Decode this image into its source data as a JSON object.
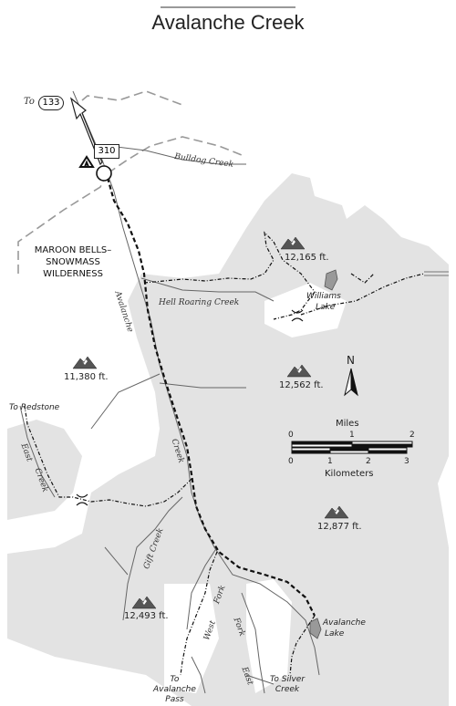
{
  "title": "Avalanche Creek",
  "highways": {
    "to_prefix": "To",
    "hwy_133": "133",
    "hwy_310": "310"
  },
  "wilderness": {
    "line1": "MAROON BELLS–",
    "line2": "SNOWMASS",
    "line3": "WILDERNESS"
  },
  "creeks": {
    "bulldog": "Bulldog Creek",
    "hell_roaring": "Hell Roaring Creek",
    "avalanche": "Avalanche",
    "creek_word": "Creek",
    "east_creek_1": "East",
    "east_creek_2": "Creek",
    "gift_creek": "Gift Creek",
    "west_fork_1": "West",
    "west_fork_2": "Fork",
    "east_fork_1": "Fork",
    "east_fork_2": "East"
  },
  "peaks": {
    "p1": "12,165 ft.",
    "p2": "11,380 ft.",
    "p3": "12,562 ft.",
    "p4": "12,877 ft.",
    "p5": "12,493 ft."
  },
  "lakes": {
    "williams_1": "Williams",
    "williams_2": "Lake",
    "avalanche_1": "Avalanche",
    "avalanche_2": "Lake"
  },
  "destinations": {
    "redstone": "To Redstone",
    "avalanche_pass_1": "To",
    "avalanche_pass_2": "Avalanche",
    "avalanche_pass_3": "Pass",
    "silver_creek_1": "To Silver",
    "silver_creek_2": "Creek"
  },
  "north": "N",
  "scale": {
    "miles_label": "Miles",
    "km_label": "Kilometers",
    "miles_ticks": [
      "0",
      "1",
      "2"
    ],
    "km_ticks": [
      "0",
      "1",
      "2",
      "3"
    ]
  },
  "colors": {
    "wilderness_fill": "#e3e3e3",
    "trail": "#111111",
    "road": "#999999",
    "stream": "#666666",
    "lake": "#999999"
  }
}
